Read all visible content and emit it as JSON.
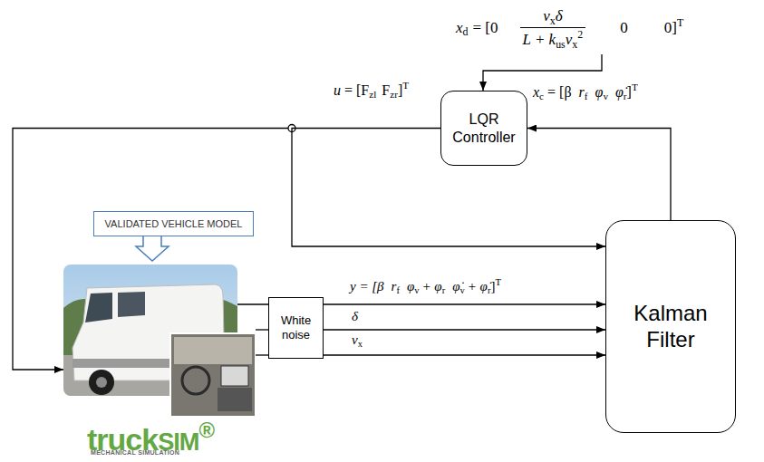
{
  "diagram": {
    "nodes": [
      {
        "text": [
          "LQR Controller"
        ]
      },
      {
        "text": [
          "VALIDATED VEHICLE MODEL"
        ]
      },
      {
        "text": [
          "White noise"
        ]
      },
      {
        "text": [
          "Kalman Filter"
        ]
      }
    ],
    "edges": [
      {
        "from": 3,
        "to": 0,
        "arrow": "to"
      },
      {
        "from": 0,
        "to": 3,
        "arrow": "to"
      },
      {
        "from": 2,
        "to": 3,
        "arrow": "to"
      },
      {
        "from": 2,
        "to": 3,
        "arrow": "to"
      },
      {
        "from": 2,
        "to": 3,
        "arrow": "to"
      }
    ],
    "labels": [
      "x",
      "d",
      "= [0",
      "v",
      "x",
      "δ",
      "L + k",
      "us",
      "v",
      "x",
      "2",
      "0",
      "0]",
      "T",
      "u",
      "= [F",
      "zl",
      "F",
      "zr",
      "]",
      "T",
      "x",
      "c",
      "= [β",
      "r",
      "f",
      "φ",
      "v",
      "φ̇",
      "r",
      "]",
      "T",
      "y = [β",
      "r",
      "f",
      "φ",
      "v",
      "+ φ",
      "r",
      "φ̇",
      "v",
      "+ φ̇",
      "r",
      "]",
      "T",
      "δ",
      "v",
      "x",
      "truck",
      "SIM",
      "®",
      "MECHANICAL SIMULATION"
    ]
  }
}
